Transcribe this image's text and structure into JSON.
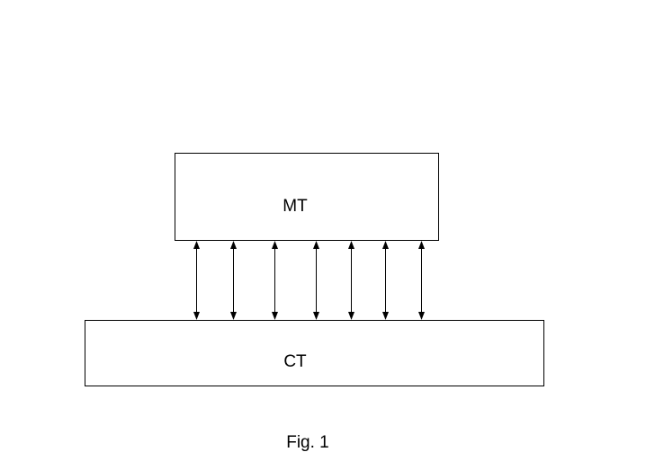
{
  "diagram": {
    "top_block": {
      "label": "MT"
    },
    "bottom_block": {
      "label": "CT"
    },
    "connections": [
      {
        "from": "MT",
        "to": "CT",
        "direction": "bidirectional"
      },
      {
        "from": "MT",
        "to": "CT",
        "direction": "bidirectional"
      },
      {
        "from": "MT",
        "to": "CT",
        "direction": "bidirectional"
      },
      {
        "from": "MT",
        "to": "CT",
        "direction": "bidirectional"
      },
      {
        "from": "MT",
        "to": "CT",
        "direction": "bidirectional"
      },
      {
        "from": "MT",
        "to": "CT",
        "direction": "bidirectional"
      },
      {
        "from": "MT",
        "to": "CT",
        "direction": "bidirectional"
      }
    ],
    "caption": "Fig. 1"
  },
  "colors": {
    "stroke": "#000000",
    "background": "#ffffff"
  }
}
